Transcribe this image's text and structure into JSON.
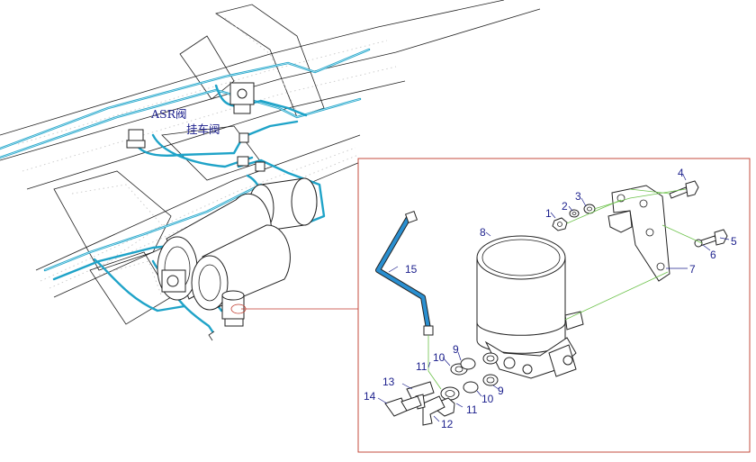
{
  "overview": {
    "labels": {
      "asr_valve": "ASR阀",
      "trailer_valve": "挂车阀"
    }
  },
  "detail": {
    "callouts": {
      "p1": "1",
      "p2": "2",
      "p3": "3",
      "p4": "4",
      "p5": "5",
      "p6": "6",
      "p7": "7",
      "p8": "8",
      "p9a": "9",
      "p9b": "9",
      "p10a": "10",
      "p10b": "10",
      "p11a": "11",
      "p11b": "11",
      "p12": "12",
      "p13": "13",
      "p14": "14",
      "p15": "15"
    }
  },
  "colors": {
    "pipe": "#1fa3c8",
    "callout_text": "#1b1f8c",
    "frame": "#c0392b",
    "axis": "#6cc24a"
  }
}
